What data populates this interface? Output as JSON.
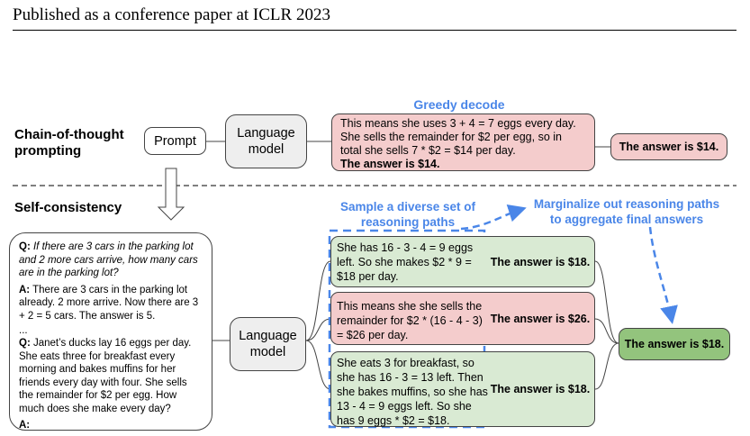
{
  "header": {
    "text": "Published as a conference paper at ICLR 2023"
  },
  "cot": {
    "section_label_1": "Chain-of-thought",
    "section_label_2": "prompting",
    "prompt_box": "Prompt",
    "lm_line1": "Language",
    "lm_line2": "model",
    "greedy_label": "Greedy decode",
    "greedy_text": "This means she uses 3 + 4 = 7 eggs every day. She sells the remainder for $2 per egg, so in total she sells 7 * $2 = $14 per day.",
    "greedy_answer": "The answer is $14.",
    "final_answer": "The answer is $14."
  },
  "sc": {
    "section_label": "Self-consistency",
    "sample_label_1": "Sample a diverse set of",
    "sample_label_2": "reasoning paths",
    "marginalize_label_1": "Marginalize out reasoning paths",
    "marginalize_label_2": "to aggregate final answers",
    "lm_line1": "Language",
    "lm_line2": "model",
    "prompt": {
      "q1_label": "Q:",
      "q1_text": "If there are 3 cars in the parking lot and 2 more cars arrive, how many cars are in the parking lot?",
      "a1_label": "A:",
      "a1_text": "There are 3 cars in the parking lot already. 2 more arrive. Now there are 3 + 2 = 5 cars. The answer is 5.",
      "ellipsis": "...",
      "q2_label": "Q:",
      "q2_text": "Janet’s ducks lay 16 eggs per day. She eats three for breakfast every morning and bakes muffins for her friends every day with four. She sells the remainder for $2 per egg. How much does she make every day?",
      "a2_label": "A:"
    },
    "paths": [
      {
        "reasoning": "She has 16 - 3 - 4 = 9 eggs left. So she makes $2 * 9 = $18 per day.",
        "answer": "The answer is $18."
      },
      {
        "reasoning": "This means she she sells the remainder for $2 * (16 - 4 - 3) = $26 per day.",
        "answer": "The answer is $26."
      },
      {
        "reasoning": "She eats 3 for breakfast, so she has 16 - 3 = 13 left. Then she bakes muffins, so she has 13 - 4 = 9 eggs left. So she has 9 eggs * $2 = $18.",
        "answer": "The answer is $18."
      }
    ],
    "final_answer": "The answer is $18."
  },
  "colors": {
    "pink": "#f4cccc",
    "green": "#d9ead3",
    "green_dark": "#93c47d",
    "blue": "#4a86e8"
  }
}
